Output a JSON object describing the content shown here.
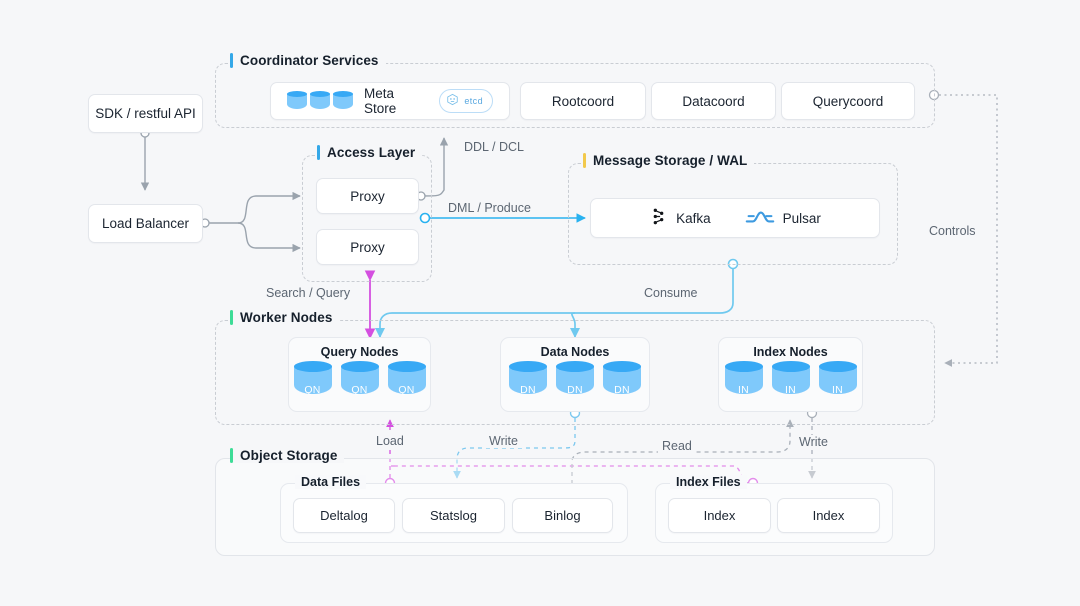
{
  "canvas": {
    "background": "#f6f7f9"
  },
  "sections": {
    "coordinator": {
      "title": "Coordinator Services",
      "accent": "#34a8e8"
    },
    "access": {
      "title": "Access Layer",
      "accent": "#34a8e8"
    },
    "message": {
      "title": "Message Storage / WAL",
      "accent": "#f2c94c"
    },
    "worker": {
      "title": "Worker Nodes",
      "accent": "#3ddc97"
    },
    "object": {
      "title": "Object Storage",
      "accent": "#3ddc97"
    }
  },
  "entry": {
    "sdk": "SDK / restful API",
    "load_balancer": "Load Balancer"
  },
  "coordinator": {
    "meta_store": {
      "label": "Meta Store",
      "badge": "etcd",
      "icon": "database-icon"
    },
    "services": [
      {
        "label": "Rootcoord"
      },
      {
        "label": "Datacoord"
      },
      {
        "label": "Querycoord"
      }
    ]
  },
  "access_layer": {
    "proxies": [
      {
        "label": "Proxy"
      },
      {
        "label": "Proxy"
      }
    ]
  },
  "message_storage": {
    "brokers": [
      {
        "label": "Kafka",
        "icon": "kafka-icon"
      },
      {
        "label": "Pulsar",
        "icon": "pulsar-icon"
      }
    ]
  },
  "worker_nodes": {
    "groups": [
      {
        "title": "Query Nodes",
        "nodes": [
          "QN",
          "QN",
          "QN"
        ]
      },
      {
        "title": "Data Nodes",
        "nodes": [
          "DN",
          "DN",
          "DN"
        ]
      },
      {
        "title": "Index Nodes",
        "nodes": [
          "IN",
          "IN",
          "IN"
        ]
      }
    ]
  },
  "object_storage": {
    "groups": [
      {
        "title": "Data Files",
        "files": [
          "Deltalog",
          "Statslog",
          "Binlog"
        ]
      },
      {
        "title": "Index Files",
        "files": [
          "Index",
          "Index"
        ]
      }
    ]
  },
  "edges": {
    "ddl_dcl": {
      "label": "DDL / DCL",
      "color": "#9aa3ad",
      "style": "solid"
    },
    "dml_produce": {
      "label": "DML / Produce",
      "color": "#29b2f0",
      "style": "solid"
    },
    "search_query": {
      "label": "Search / Query",
      "color": "#d44fe0",
      "style": "solid"
    },
    "consume": {
      "label": "Consume",
      "color": "#6fc9ef",
      "style": "solid"
    },
    "load": {
      "label": "Load",
      "color": "#d44fe0",
      "style": "dashed"
    },
    "write_data": {
      "label": "Write",
      "color": "#7cc8ef",
      "style": "dashed"
    },
    "read": {
      "label": "Read",
      "color": "#a9b0b9",
      "style": "dashed"
    },
    "write_index": {
      "label": "Write",
      "color": "#a9b0b9",
      "style": "dashed"
    },
    "controls": {
      "label": "Controls",
      "color": "#a9b0b9",
      "style": "dotted"
    }
  }
}
